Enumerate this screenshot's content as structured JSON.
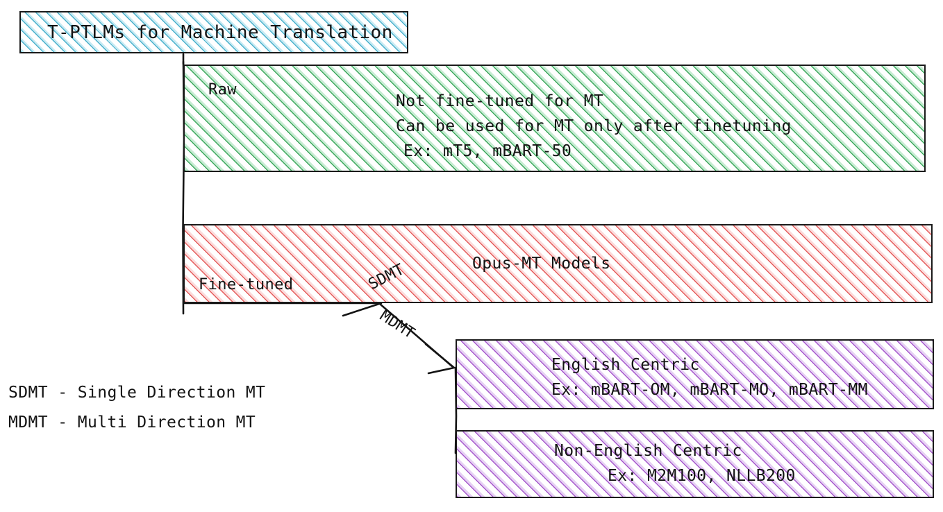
{
  "diagram": {
    "title": "T-PTLMs for Machine Translation",
    "nodes": [
      {
        "id": "root",
        "label": "T-PTLMs for Machine Translation",
        "color": "#3caac8",
        "style": "hatch-cyan"
      },
      {
        "id": "raw",
        "color": "#2da050",
        "style": "hatch-green",
        "lines": [
          "Not fine-tuned for MT",
          "Can be used for MT only after finetuning",
          "Ex: mT5, mBART-50"
        ]
      },
      {
        "id": "fine-tuned",
        "color": "#e14646",
        "style": "hatch-red",
        "lines": [
          "Opus-MT Models"
        ]
      },
      {
        "id": "english-centric",
        "color": "#963cc3",
        "style": "hatch-purple",
        "lines": [
          "English Centric",
          "Ex: mBART-OM, mBART-MO, mBART-MM"
        ]
      },
      {
        "id": "non-english-centric",
        "color": "#963cc3",
        "style": "hatch-purple",
        "lines": [
          "Non-English Centric",
          "Ex: M2M100, NLLB200"
        ]
      }
    ],
    "edge_labels": {
      "raw": "Raw",
      "fine_tuned": "Fine-tuned",
      "sdmt": "SDMT",
      "mdmt": "MDMT"
    },
    "legend": [
      "SDMT - Single Direction MT",
      "MDMT - Multi Direction MT"
    ]
  }
}
